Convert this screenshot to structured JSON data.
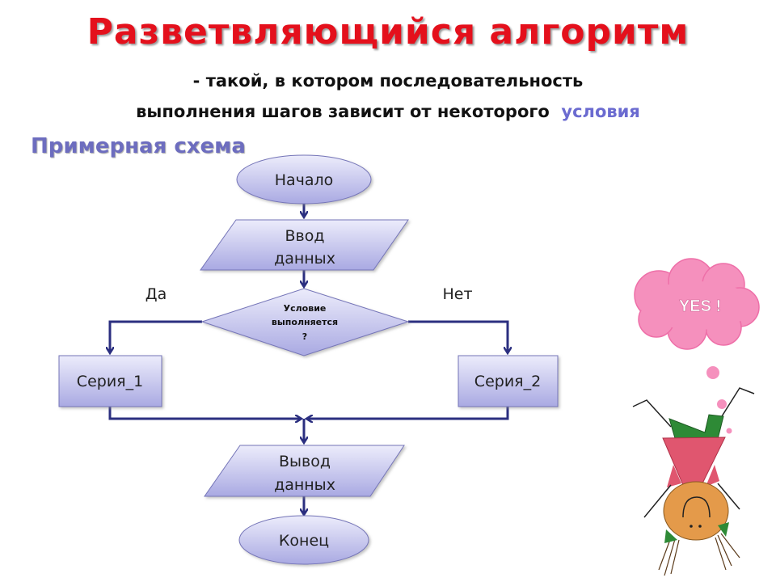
{
  "slide": {
    "title": "Разветвляющийся алгоритм",
    "subtitle_line1": "- такой, в котором последовательность",
    "subtitle_line2": "выполнения шагов зависит от некоторого",
    "subtitle_highlight": "условия",
    "section_label": "Примерная схема"
  },
  "flowchart": {
    "start": "Начало",
    "input_line1": "Ввод",
    "input_line2": "данных",
    "condition_line1": "Условие",
    "condition_line2": "выполняется",
    "condition_line3": "?",
    "yes_label": "Да",
    "no_label": "Нет",
    "branch_yes": "Серия_1",
    "branch_no": "Серия_2",
    "output_line1": "Вывод",
    "output_line2": "данных",
    "end": "Конец"
  },
  "illustration": {
    "speech_text": "YES !"
  },
  "colors": {
    "title": "#e4101c",
    "accent": "#6d6dbf",
    "arrow": "#2b2f80",
    "shape_stroke": "#7474b8"
  }
}
